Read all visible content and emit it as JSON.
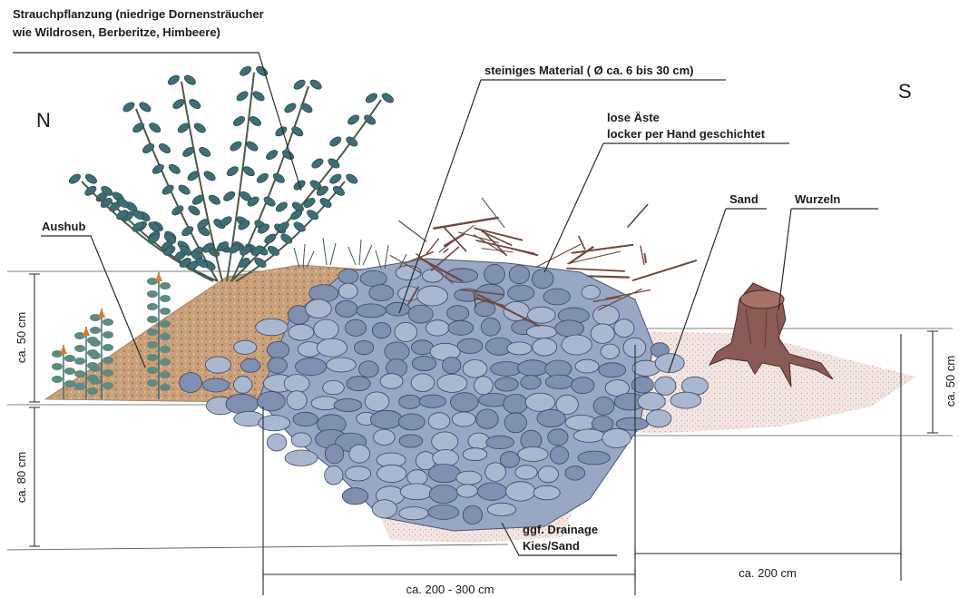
{
  "compass": {
    "north": "N",
    "south": "S"
  },
  "labels": {
    "shrubs_line1": "Strauchpflanzung (niedrige Dornensträucher",
    "shrubs_line2": "wie Wildrosen, Berberitze, Himbeere)",
    "stones": "steiniges Material ( Ø ca. 6 bis 30 cm)",
    "branches_line1": "lose Äste",
    "branches_line2": "locker per Hand geschichtet",
    "sand": "Sand",
    "roots": "Wurzeln",
    "spoil": "Aushub",
    "drainage_line1": "ggf. Drainage",
    "drainage_line2": "Kies/Sand"
  },
  "dimensions": {
    "left_top": "ca. 50 cm",
    "left_bottom": "ca. 80 cm",
    "right": "ca. 50 cm",
    "bottom_center": "ca. 200 - 300 cm",
    "bottom_right": "ca. 200 cm"
  },
  "colors": {
    "soil": "#c9a07a",
    "sand": "#f3e6e2",
    "stone_light": "#a9b7cf",
    "stone_dark": "#7f8fb0",
    "foliage": "#3d6e73",
    "branches": "#6e4a3e",
    "stump": "#8a5a56",
    "flower": "#e07a2c"
  }
}
